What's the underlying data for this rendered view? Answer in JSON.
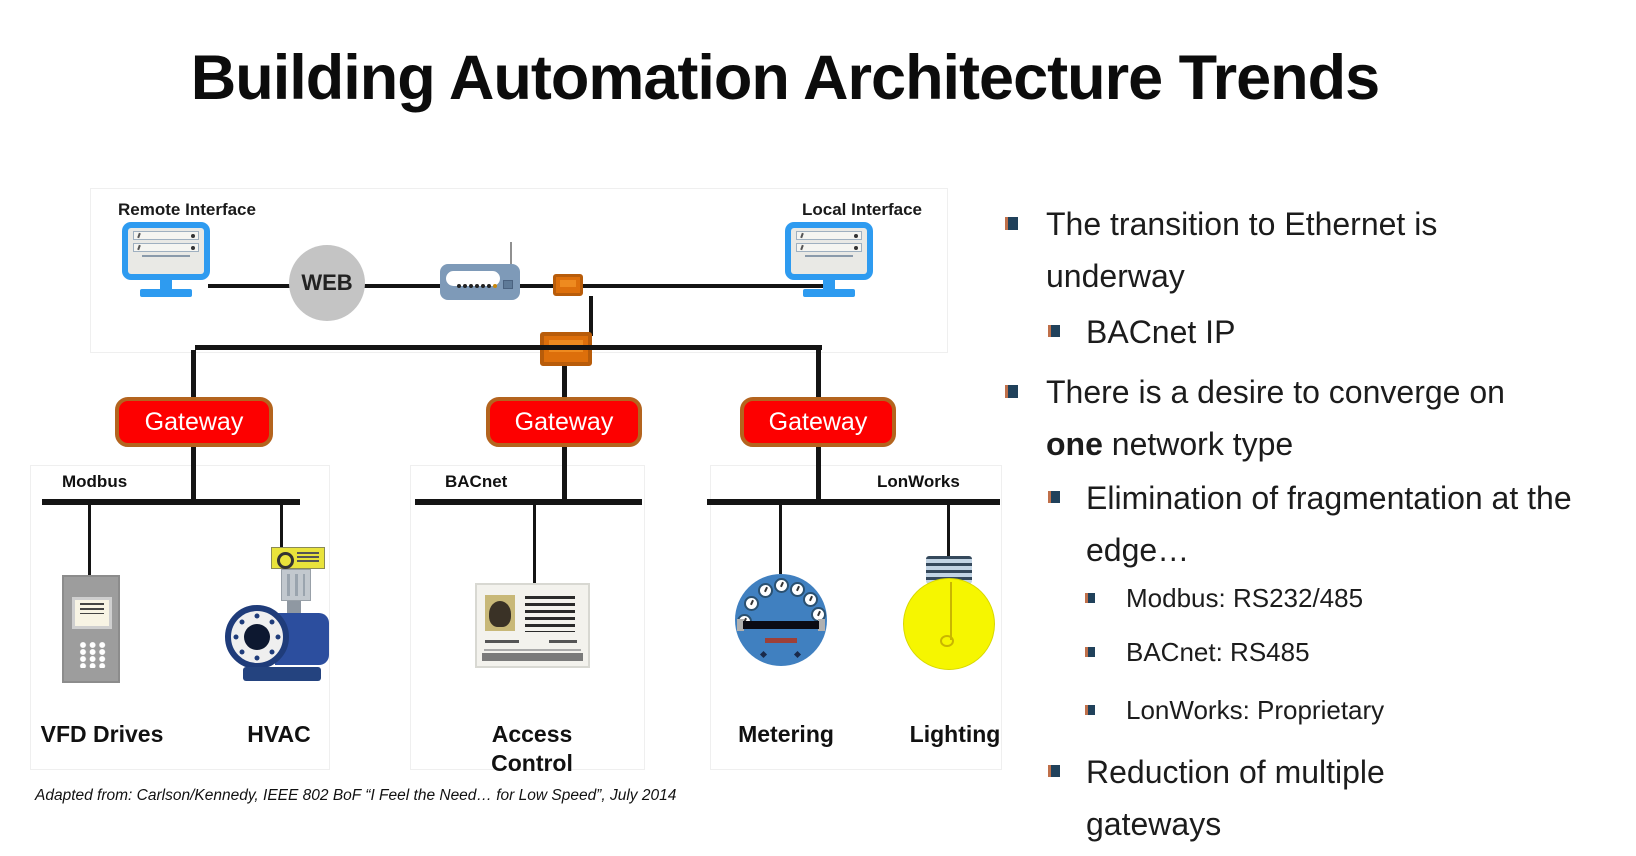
{
  "slide": {
    "title": "Building Automation Architecture Trends",
    "footer": "Adapted from: Carlson/Kennedy, IEEE 802 BoF “I Feel the Need… for Low Speed”, July 2014"
  },
  "diagram": {
    "remote_interface_label": "Remote Interface",
    "local_interface_label": "Local Interface",
    "web_label": "WEB",
    "gateways": [
      "Gateway",
      "Gateway",
      "Gateway"
    ],
    "bus_labels": [
      "Modbus",
      "BACnet",
      "LonWorks"
    ],
    "device_labels": [
      "VFD Drives",
      "HVAC",
      "Access Control",
      "Metering",
      "Lighting"
    ],
    "icons": {
      "remote_monitor": "monitor-icon",
      "local_monitor": "monitor-icon",
      "web": "web-cloud-icon",
      "router": "router-icon",
      "tap_top": "network-tap-icon",
      "tap_backbone": "network-tap-icon",
      "vfd": "vfd-drive-icon",
      "hvac": "valve-icon",
      "access": "id-card-icon",
      "metering": "meter-icon",
      "lighting": "light-bulb-icon"
    },
    "colors": {
      "gateway_fill": "#FD0000",
      "gateway_border": "#B4641E",
      "tap_fill": "#DD6F0B",
      "tap_border": "#B85C0A",
      "monitor_blue": "#2E9BF0",
      "web_gray": "#C4C4C4",
      "meter_blue": "#4080C0",
      "bulb_yellow": "#F6F600",
      "valve_blue": "#2C4E9E",
      "bullet_navy": "#20415B",
      "line_black": "#141414"
    }
  },
  "bullets": {
    "item1": "The transition to Ethernet is underway",
    "item1_sub": "BACnet IP",
    "item2_pre": "There is a desire to converge on ",
    "item2_bold": "one",
    "item2_post": " network type",
    "item2_sub1": "Elimination of fragmentation at the edge…",
    "item2_sub1_a": "Modbus: RS232/485",
    "item2_sub1_b": "BACnet: RS485",
    "item2_sub1_c": "LonWorks: Proprietary",
    "item2_sub2": "Reduction of multiple gateways"
  }
}
